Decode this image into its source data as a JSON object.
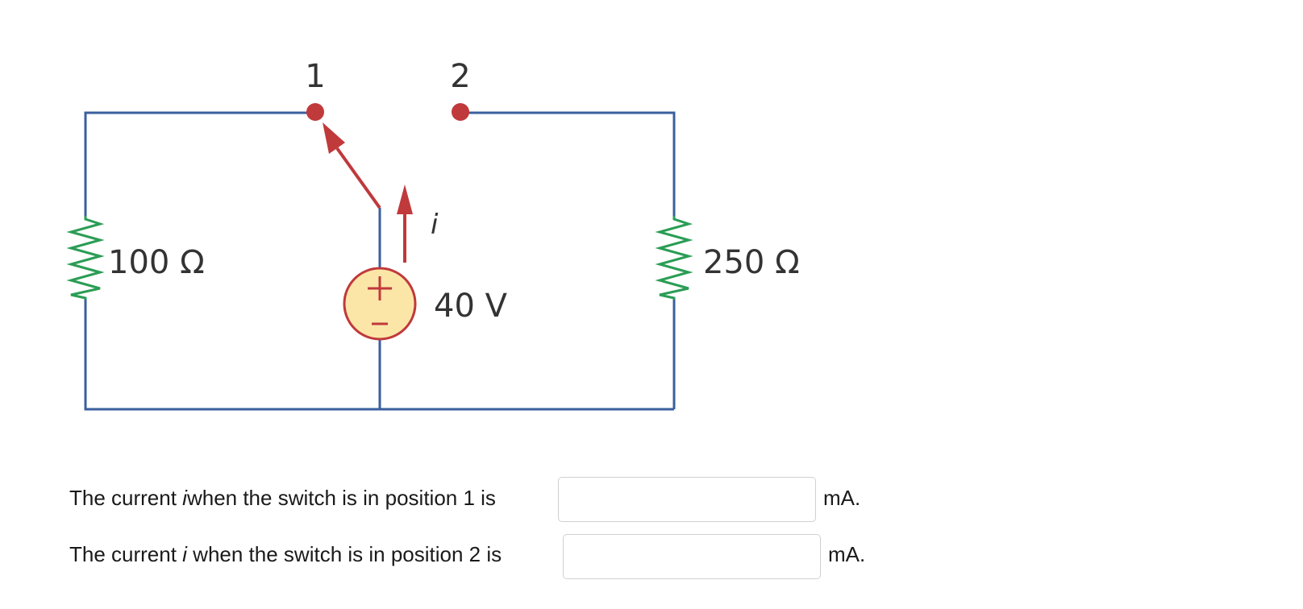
{
  "diagram": {
    "switch_position_1_label": "1",
    "switch_position_2_label": "2",
    "current_label": "i",
    "left_resistor_label": "100 Ω",
    "right_resistor_label": "250 Ω",
    "source_label": "40 V",
    "source_plus": "+",
    "source_minus": "−",
    "colors": {
      "wire": "#3a5f9e",
      "switch": "#c0393b",
      "resistor": "#2a9d55",
      "source_fill": "#fbe6a8",
      "source_stroke": "#c0393b"
    }
  },
  "questions": [
    {
      "prefix": "The current ",
      "variable": "i",
      "suffix": "when the switch is in position 1 is",
      "answer_value": "",
      "unit": "mA."
    },
    {
      "prefix": "The current ",
      "variable": "i",
      "suffix": " when the switch is in position 2 is",
      "answer_value": "",
      "unit": "mA."
    }
  ]
}
